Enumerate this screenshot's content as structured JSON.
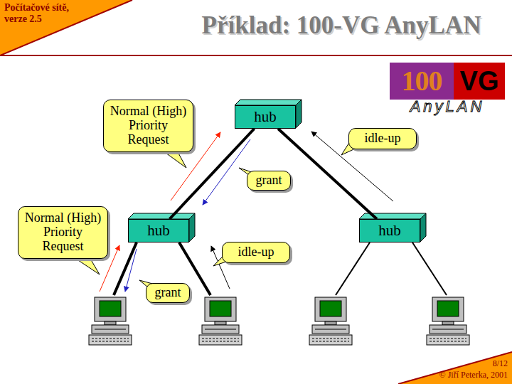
{
  "diagram": {
    "title": "Příklad: 100-VG AnyLAN",
    "nodes": [
      {
        "text": [
          "Normal (High) Priority Request"
        ]
      },
      {
        "text": [
          "hub"
        ]
      },
      {
        "text": [
          "idle-up"
        ]
      },
      {
        "text": [
          "grant"
        ]
      },
      {
        "text": [
          "Normal (High) Priority Request"
        ]
      },
      {
        "text": [
          "hub"
        ]
      },
      {
        "text": [
          "idle-up"
        ]
      },
      {
        "text": [
          "hub"
        ]
      },
      {
        "text": [
          "grant"
        ]
      }
    ],
    "edges": [
      {
        "from": 1,
        "to": 5,
        "arrow": "none"
      },
      {
        "from": 1,
        "to": 7,
        "arrow": "none"
      }
    ],
    "labels": [
      "Počítačové sítě, verze 2.5",
      "100",
      "VG",
      "AnyLAN",
      "8/12",
      "© Jiří Peterka, 2001"
    ]
  }
}
